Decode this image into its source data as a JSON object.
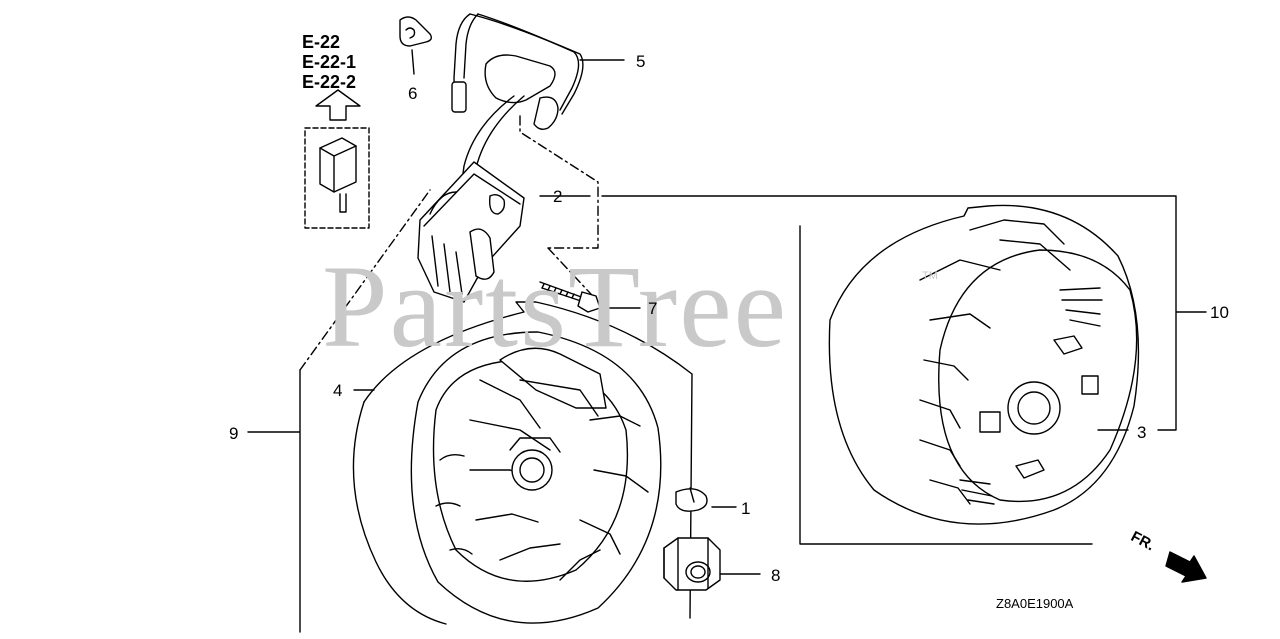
{
  "watermark": {
    "text": "PartsTree",
    "trademark": "TM"
  },
  "reference_block": {
    "lines": [
      "E-22",
      "E-22-1",
      "E-22-2"
    ]
  },
  "callouts": [
    {
      "id": "c1",
      "text": "1"
    },
    {
      "id": "c2",
      "text": "2"
    },
    {
      "id": "c3",
      "text": "3"
    },
    {
      "id": "c4",
      "text": "4"
    },
    {
      "id": "c5",
      "text": "5"
    },
    {
      "id": "c6",
      "text": "6"
    },
    {
      "id": "c7",
      "text": "7"
    },
    {
      "id": "c8",
      "text": "8"
    },
    {
      "id": "c9",
      "text": "9"
    },
    {
      "id": "c10",
      "text": "10"
    }
  ],
  "front_indicator": {
    "text": "FR."
  },
  "diagram_code": "Z8A0E1900A"
}
